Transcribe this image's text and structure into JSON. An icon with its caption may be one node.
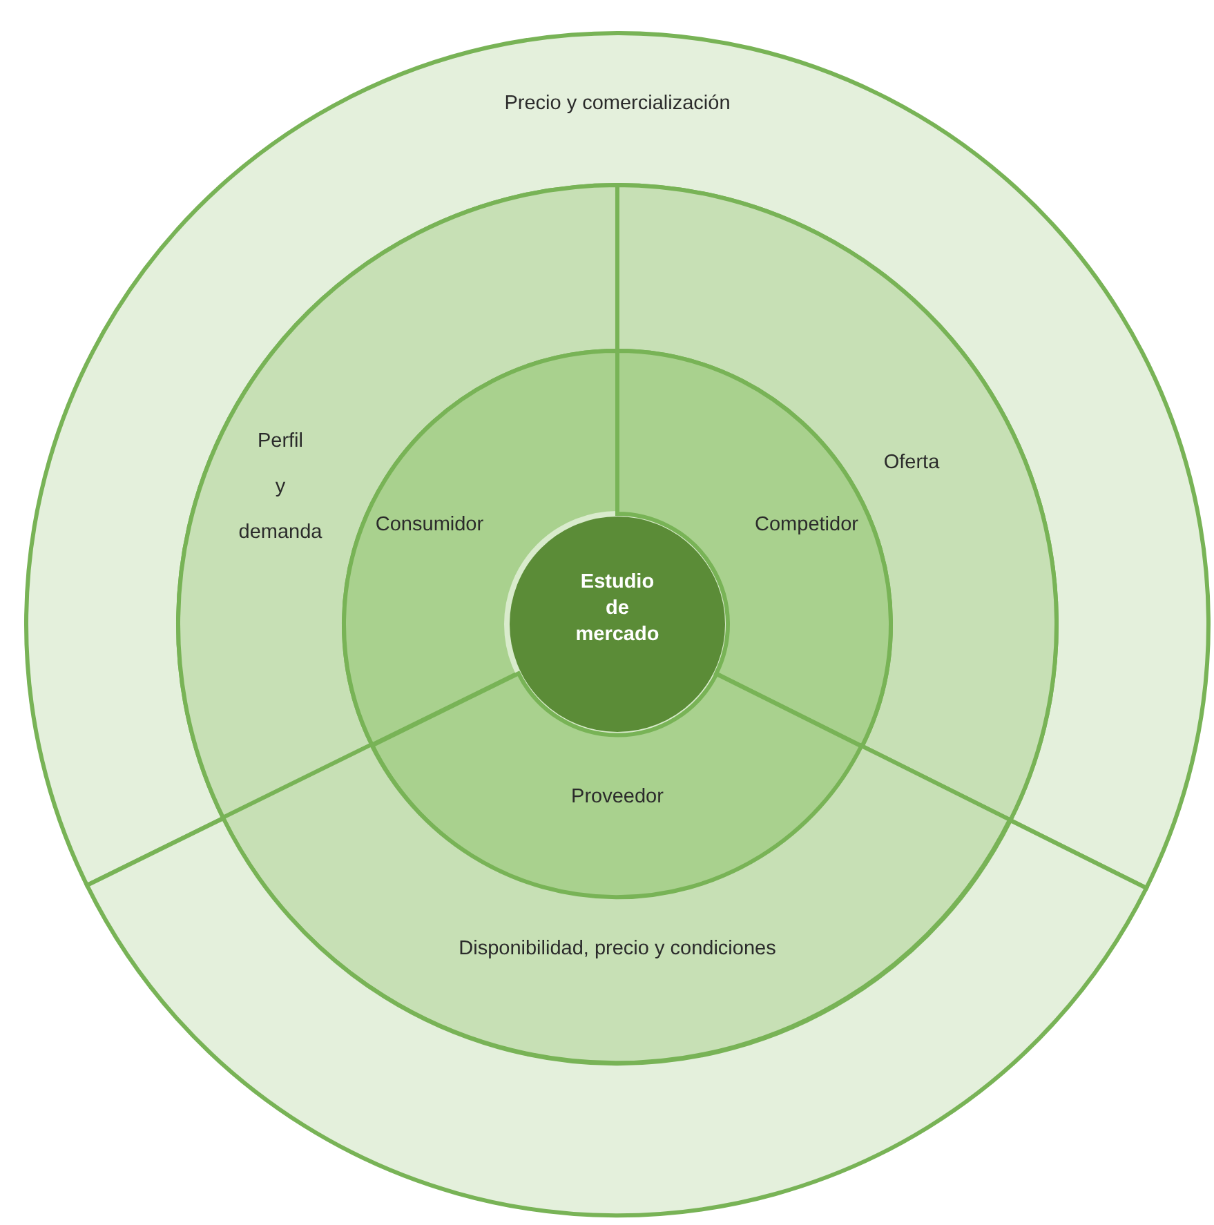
{
  "diagram": {
    "nodes": [
      {
        "text": [
          "Precio y comercialización"
        ]
      },
      {
        "text": [
          "Perfil y demanda"
        ]
      },
      {
        "text": [
          "Oferta"
        ]
      },
      {
        "text": [
          "Consumidor"
        ]
      },
      {
        "text": [
          "Estudio de mercado"
        ]
      },
      {
        "text": [
          "Competidor"
        ]
      },
      {
        "text": [
          "Proveedor"
        ]
      },
      {
        "text": [
          "Disponibilidad, precio y condiciones"
        ]
      },
      {
        "text": [],
        "shape": "band"
      }
    ]
  }
}
